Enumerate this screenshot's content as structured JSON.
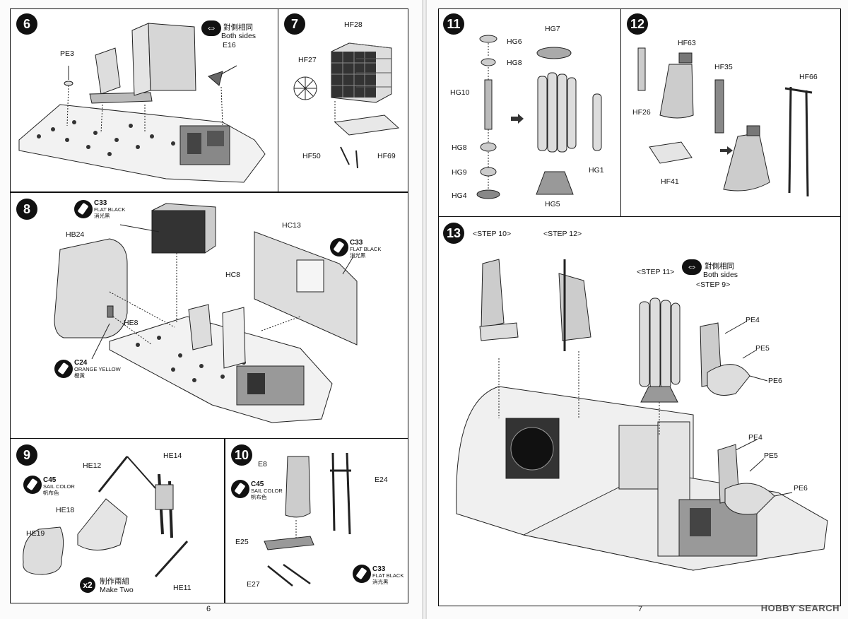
{
  "pages": {
    "left_number": "6",
    "right_number": "7"
  },
  "watermark": "HOBBY SEARCH",
  "steps": {
    "s6": {
      "number": "6",
      "labels": {
        "pe3": "PE3",
        "both_cn": "對側相同",
        "both_en": "Both sides",
        "e16": "E16"
      }
    },
    "s7": {
      "number": "7",
      "labels": {
        "hf28": "HF28",
        "hf27": "HF27",
        "hf50": "HF50",
        "hf69": "HF69"
      }
    },
    "s8": {
      "number": "8",
      "labels": {
        "hb24": "HB24",
        "he8": "HE8",
        "hc13": "HC13",
        "hc8": "HC8"
      },
      "paints": [
        {
          "code": "C33",
          "en": "FLAT BLACK",
          "cn": "消光黑"
        },
        {
          "code": "C33",
          "en": "FLAT BLACK",
          "cn": "消光黑"
        },
        {
          "code": "C24",
          "en": "ORANGE YELLOW",
          "cn": "橙黃"
        }
      ]
    },
    "s9": {
      "number": "9",
      "labels": {
        "he12": "HE12",
        "he14": "HE14",
        "he18": "HE18",
        "he19": "HE19",
        "he11": "HE11"
      },
      "paint": {
        "code": "C45",
        "en": "SAIL COLOR",
        "cn": "帆布色"
      },
      "make_two": {
        "count": "x2",
        "cn": "制作兩組",
        "en": "Make Two"
      }
    },
    "s10": {
      "number": "10",
      "labels": {
        "e8": "E8",
        "e24": "E24",
        "e25": "E25",
        "e27": "E27"
      },
      "paints": [
        {
          "code": "C45",
          "en": "SAIL COLOR",
          "cn": "帆布色"
        },
        {
          "code": "C33",
          "en": "FLAT BLACK",
          "cn": "消光黑"
        }
      ]
    },
    "s11": {
      "number": "11",
      "labels": {
        "hg6": "HG6",
        "hg7": "HG7",
        "hg8a": "HG8",
        "hg10": "HG10",
        "hg8b": "HG8",
        "hg9": "HG9",
        "hg4": "HG4",
        "hg5": "HG5",
        "hg1": "HG1"
      }
    },
    "s12": {
      "number": "12",
      "labels": {
        "hf63": "HF63",
        "hf35": "HF35",
        "hf66": "HF66",
        "hf26": "HF26",
        "hf41": "HF41"
      }
    },
    "s13": {
      "number": "13",
      "labels": {
        "step10": "<STEP 10>",
        "step12": "<STEP 12>",
        "step11": "<STEP 11>",
        "both_cn": "對側相同",
        "both_en": "Both sides",
        "step9": "<STEP 9>",
        "pe4a": "PE4",
        "pe5a": "PE5",
        "pe6a": "PE6",
        "pe4b": "PE4",
        "pe5b": "PE5",
        "pe6b": "PE6"
      }
    }
  }
}
